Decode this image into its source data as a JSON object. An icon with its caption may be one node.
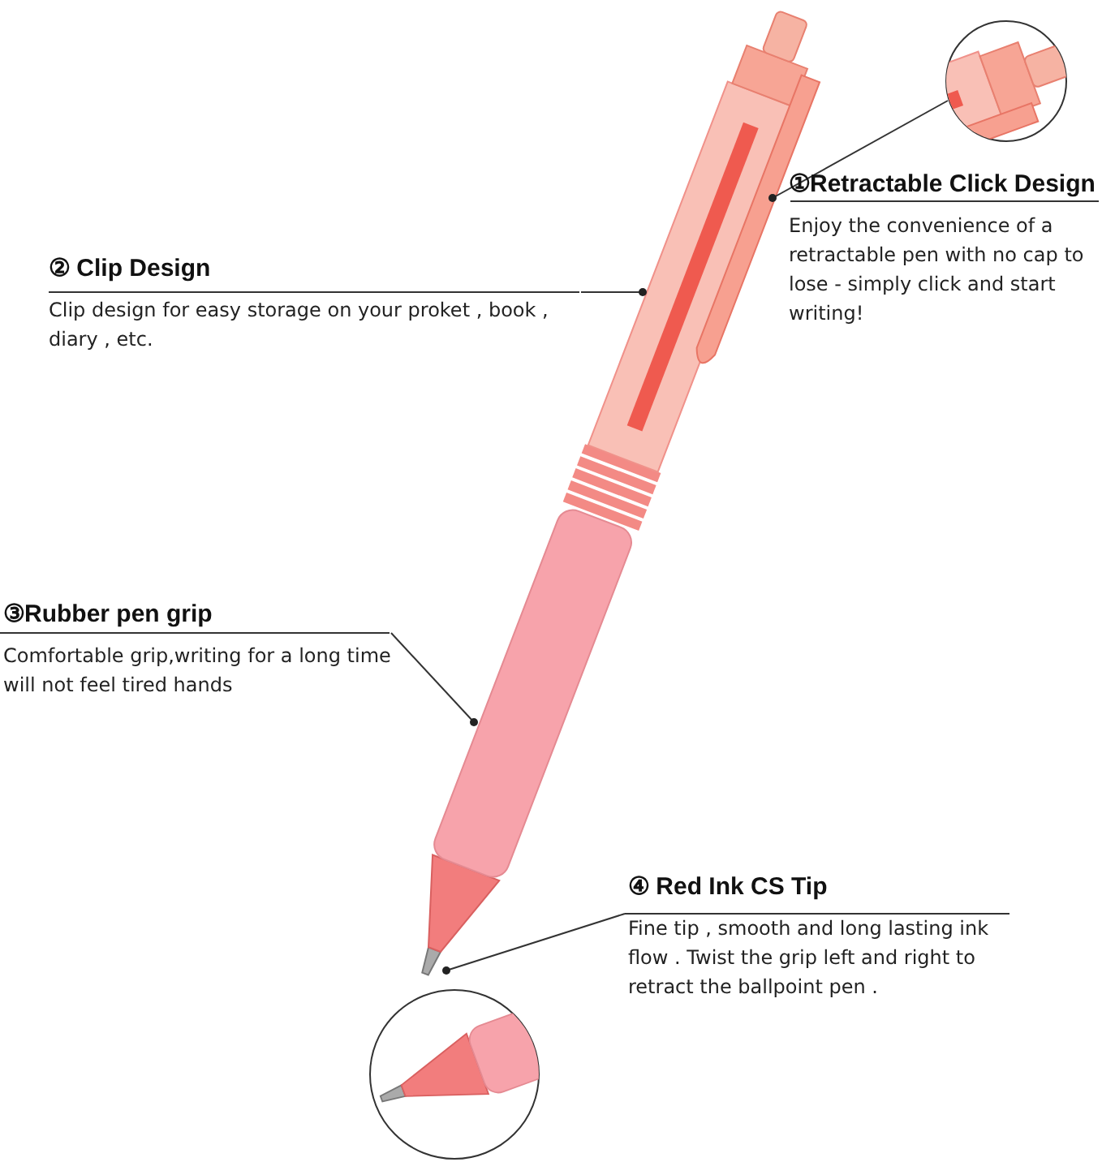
{
  "diagram": {
    "nodes": [
      {
        "text": [],
        "shape": "picture"
      },
      {
        "text": [],
        "shape": "picture"
      },
      {
        "text": [
          "①Retractable Click Design",
          "Enjoy the convenience of a retractable pen with no cap to lose - simply click and start writing!"
        ]
      },
      {
        "text": [
          "② Clip Design",
          "Clip design for easy storage on your proket , book , diary , etc."
        ]
      },
      {
        "text": [
          "③Rubber pen grip",
          "Comfortable grip,writing for a long time will not feel tired hands"
        ]
      },
      {
        "text": [
          "④ Red Ink CS Tip",
          "Fine tip , smooth and long lasting ink flow . Twist the grip left and right to retract the ballpoint pen ."
        ]
      },
      {
        "text": [],
        "shape": "picture"
      }
    ],
    "edges": [
      {
        "from": 1,
        "to": 0,
        "arrow": "other"
      },
      {
        "from": 3,
        "to": 0,
        "arrow": "other"
      },
      {
        "from": 4,
        "to": 0,
        "arrow": "other"
      },
      {
        "from": 5,
        "to": 0,
        "arrow": "other"
      }
    ]
  }
}
